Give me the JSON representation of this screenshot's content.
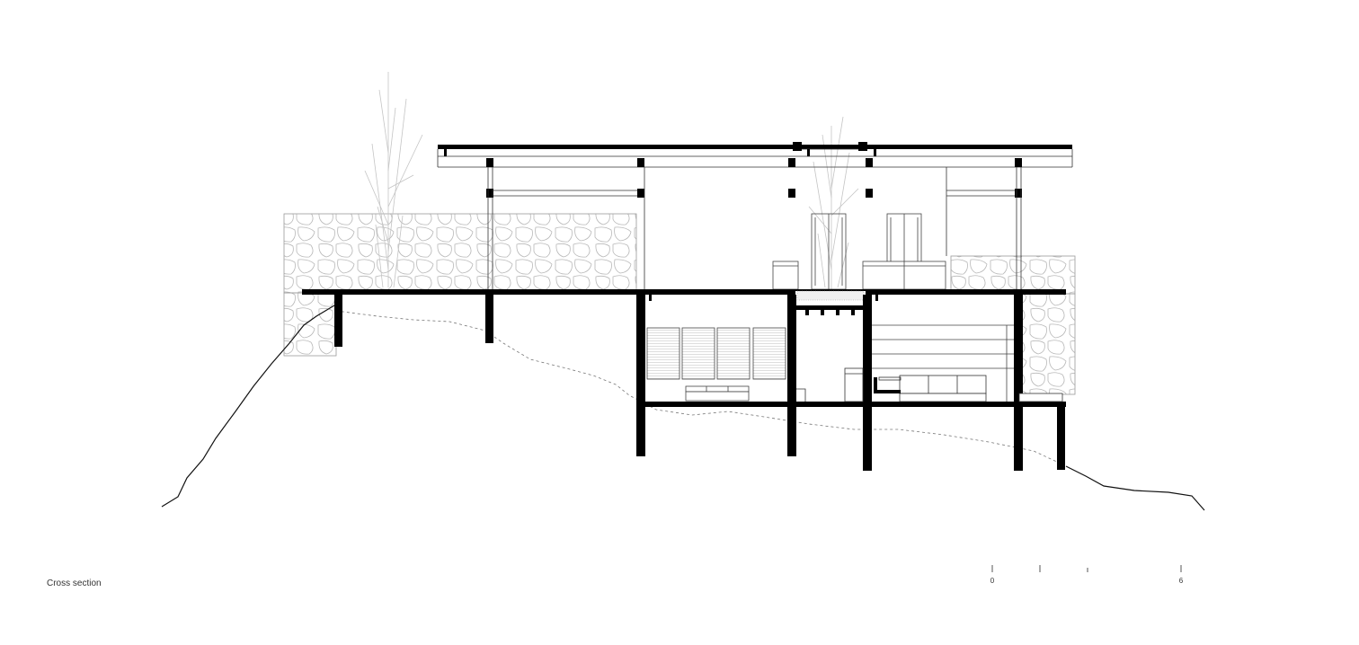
{
  "caption": "Cross section",
  "scale_bar": {
    "labels": [
      "0",
      "6"
    ]
  },
  "colors": {
    "structure": "#000000",
    "lines": "#555555",
    "stone": "#b8b8b8",
    "trees": "#c4c4c4"
  }
}
